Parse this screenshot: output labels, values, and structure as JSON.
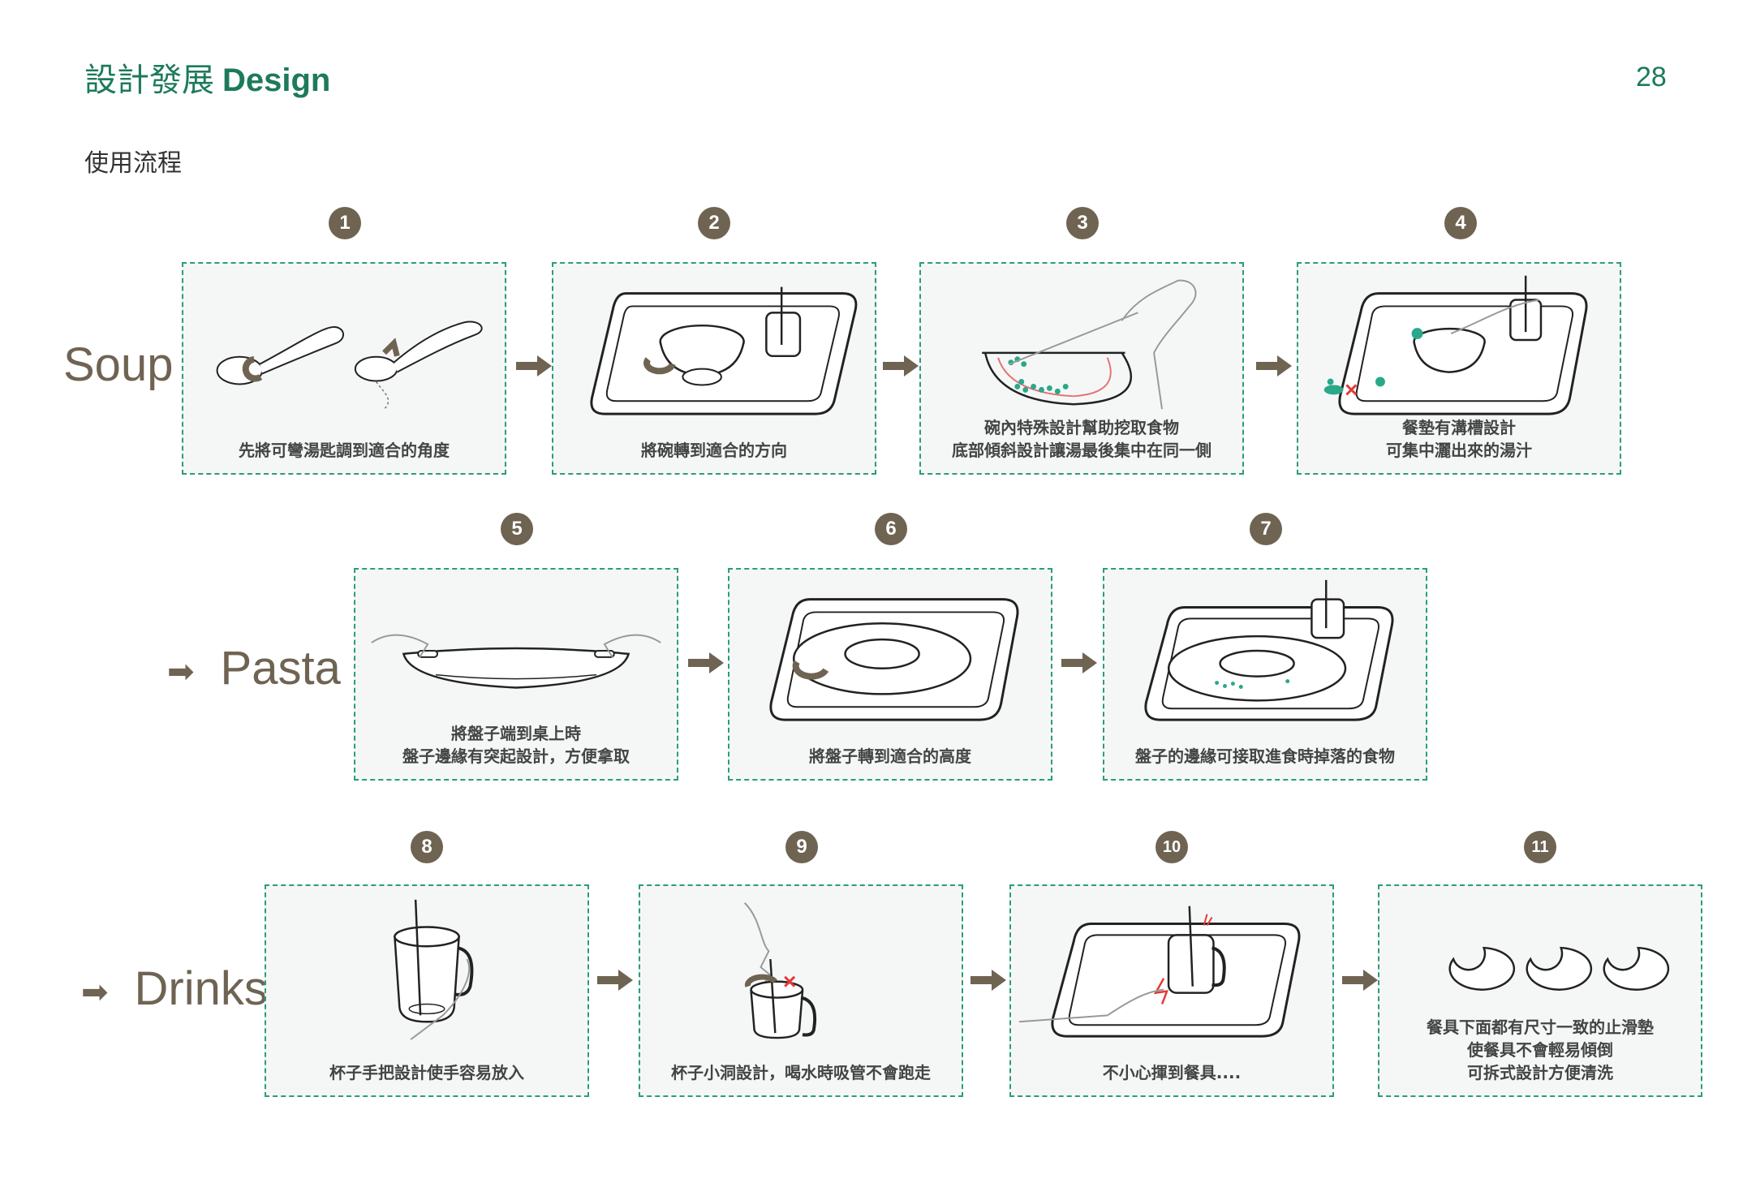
{
  "header": {
    "title_zh": "設計發展",
    "title_en": "Design",
    "page_number": "28"
  },
  "subtitle": "使用流程",
  "rows": [
    {
      "label": "Soup"
    },
    {
      "label": "Pasta"
    },
    {
      "label": "Drinks"
    }
  ],
  "steps": [
    {
      "number": "1",
      "caption": [
        "先將可彎湯匙調到適合的角度"
      ]
    },
    {
      "number": "2",
      "caption": [
        "將碗轉到適合的方向"
      ]
    },
    {
      "number": "3",
      "caption": [
        "碗內特殊設計幫助挖取食物",
        "底部傾斜設計讓湯最後集中在同一側"
      ]
    },
    {
      "number": "4",
      "caption": [
        "餐墊有溝槽設計",
        "可集中灑出來的湯汁"
      ]
    },
    {
      "number": "5",
      "caption": [
        "將盤子端到桌上時",
        "盤子邊緣有突起設計，方便拿取"
      ]
    },
    {
      "number": "6",
      "caption": [
        "將盤子轉到適合的高度"
      ]
    },
    {
      "number": "7",
      "caption": [
        "盤子的邊緣可接取進食時掉落的食物"
      ]
    },
    {
      "number": "8",
      "caption": [
        "杯子手把設計使手容易放入"
      ]
    },
    {
      "number": "9",
      "caption": [
        "杯子小洞設計，喝水時吸管不會跑走"
      ]
    },
    {
      "number": "10",
      "caption": [
        "不小心揮到餐具...."
      ]
    },
    {
      "number": "11",
      "caption": [
        "餐具下面都有尺寸一致的止滑墊",
        "使餐具不會輕易傾倒",
        "可拆式設計方便清洗"
      ]
    }
  ],
  "colors": {
    "accent": "#1d7a5a",
    "dashed_border": "#2a9d7c",
    "label": "#6f6352",
    "highlight": "#2aa88a"
  },
  "icons": [
    "right-arrow-icon",
    "spoon-illustration",
    "bowl-illustration",
    "tray-illustration",
    "plate-illustration",
    "cup-illustration",
    "pad-illustration"
  ]
}
